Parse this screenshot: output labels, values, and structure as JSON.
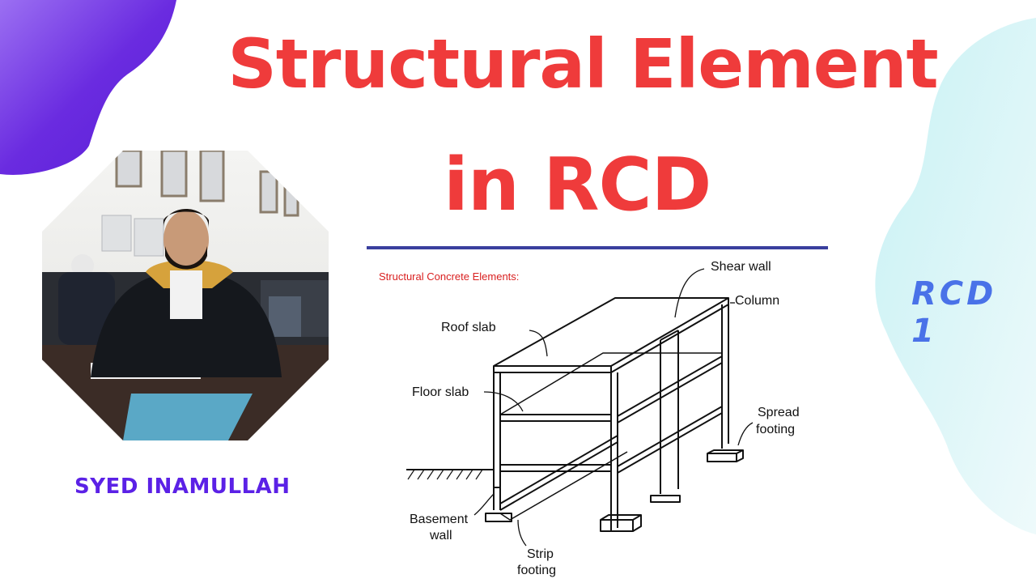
{
  "title": {
    "line1": "Structural Element",
    "line2": "in RCD"
  },
  "author": {
    "name": "SYED INAMULLAH"
  },
  "series_tag": "RCD 1",
  "diagram": {
    "caption": "Structural Concrete Elements:",
    "labels": {
      "shear_wall": "Shear wall",
      "column": "Column",
      "roof_slab": "Roof slab",
      "floor_slab": "Floor slab",
      "spread_footing_1": "Spread",
      "spread_footing_2": "footing",
      "basement_wall_1": "Basement",
      "basement_wall_2": "wall",
      "strip_footing_1": "Strip",
      "strip_footing_2": "footing"
    }
  },
  "colors": {
    "title": "#ef3b3b",
    "author": "#5b21e6",
    "tag": "#4a72e8",
    "rule": "#3a3f9e",
    "blob_purple": "#6a2be0",
    "blob_cyan": "#d9f6f8"
  }
}
